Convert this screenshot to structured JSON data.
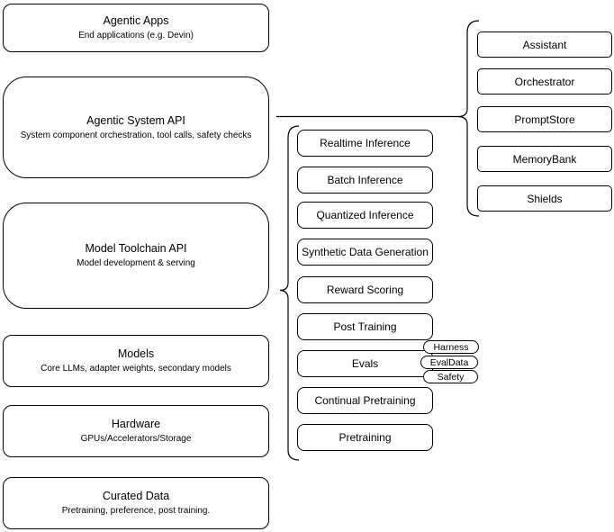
{
  "colors": {
    "background": "#ffffff",
    "line": "#000000",
    "text": "#000000",
    "box_fill": "#ffffff"
  },
  "stack": [
    {
      "title": "Agentic Apps",
      "subtitle": "End applications (e.g. Devin)"
    },
    {
      "title": "Agentic System API",
      "subtitle": "System component orchestration, tool calls, safety checks"
    },
    {
      "title": "Model Toolchain API",
      "subtitle": "Model development & serving"
    },
    {
      "title": "Models",
      "subtitle": "Core LLMs, adapter weights, secondary models"
    },
    {
      "title": "Hardware",
      "subtitle": "GPUs/Accelerators/Storage"
    },
    {
      "title": "Curated Data",
      "subtitle": "Pretraining, preference, post training."
    }
  ],
  "toolchain": {
    "items": [
      "Realtime Inference",
      "Batch Inference",
      "Quantized Inference",
      "Synthetic Data Generation",
      "Reward Scoring",
      "Post Training",
      "Evals",
      "Continual Pretraining",
      "Pretraining"
    ]
  },
  "evals_tags": [
    "Harness",
    "EvalData",
    "Safety"
  ],
  "system_components": [
    "Assistant",
    "Orchestrator",
    "PromptStore",
    "MemoryBank",
    "Shields"
  ]
}
